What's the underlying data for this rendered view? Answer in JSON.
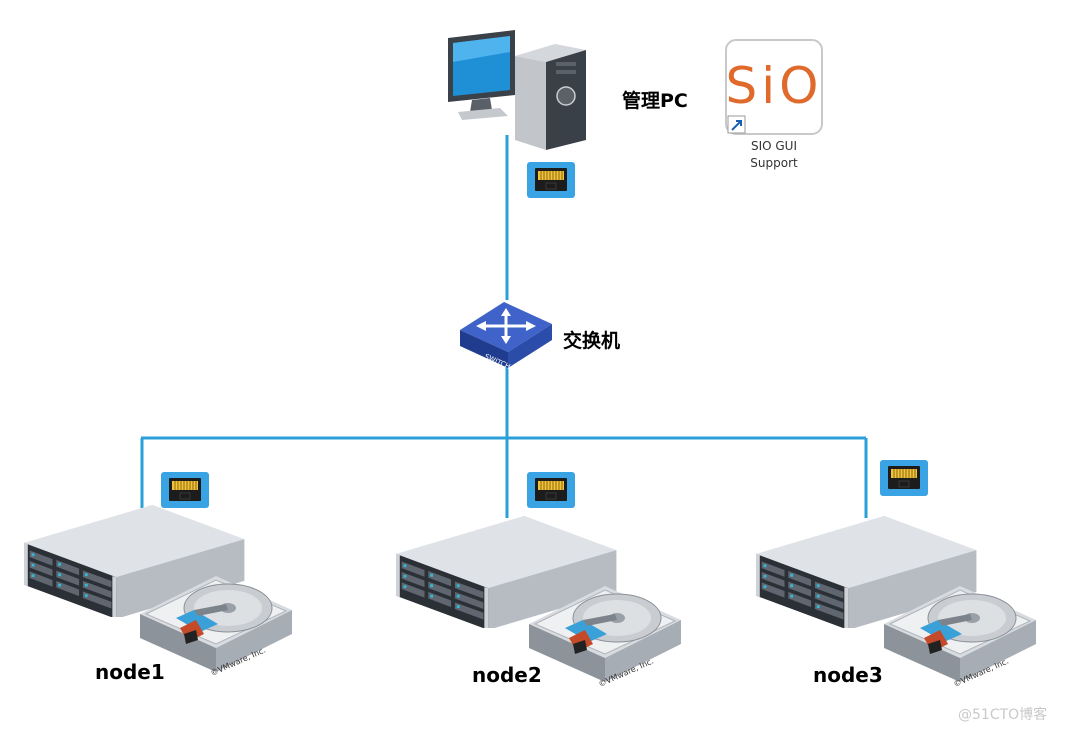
{
  "management_pc": {
    "label": "管理PC"
  },
  "sio_app": {
    "logo_text": "SiO",
    "caption_line1": "SIO GUI",
    "caption_line2": "Support"
  },
  "switch": {
    "label": "交换机",
    "device_text": "SWITCH"
  },
  "nodes": [
    {
      "label": "node1",
      "disk_copyright": "©VMware, Inc."
    },
    {
      "label": "node2",
      "disk_copyright": "©VMware, Inc."
    },
    {
      "label": "node3",
      "disk_copyright": "©VMware, Inc."
    }
  ],
  "watermark": "@51CTO博客",
  "colors": {
    "link": "#2a9fd8",
    "port_bg": "#3aa3e3",
    "logo_orange": "#e06a2c"
  }
}
